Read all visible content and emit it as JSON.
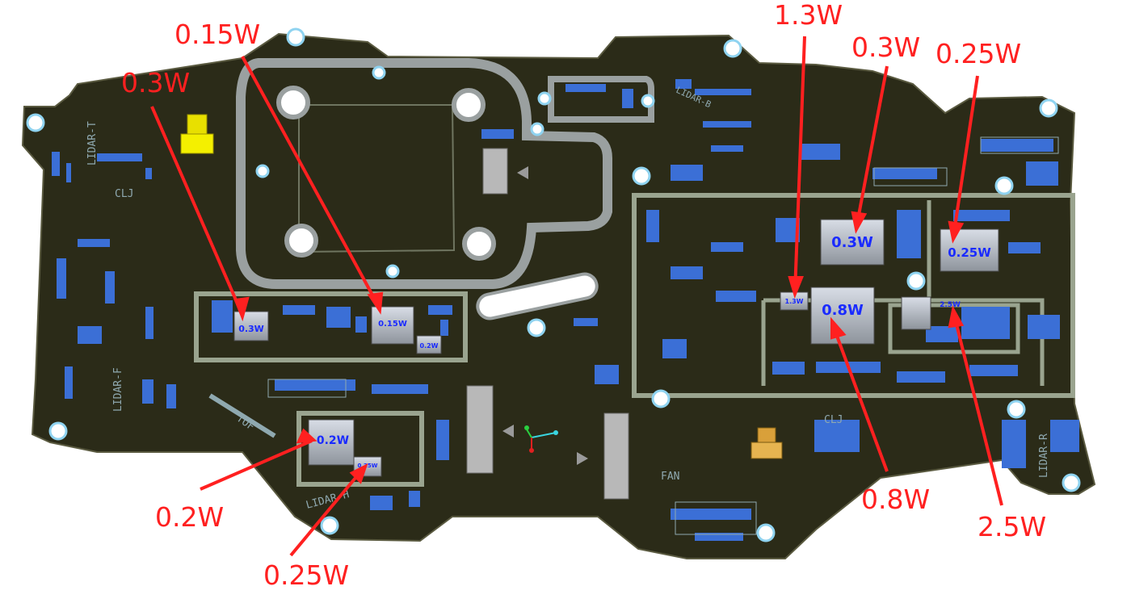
{
  "callouts": [
    {
      "id": "c1",
      "label": "0.3W"
    },
    {
      "id": "c2",
      "label": "0.15W"
    },
    {
      "id": "c3",
      "label": "1.3W"
    },
    {
      "id": "c4",
      "label": "0.3W"
    },
    {
      "id": "c5",
      "label": "0.25W"
    },
    {
      "id": "c6",
      "label": "0.2W"
    },
    {
      "id": "c7",
      "label": "0.25W"
    },
    {
      "id": "c8",
      "label": "0.8W"
    },
    {
      "id": "c9",
      "label": "2.5W"
    }
  ],
  "chips": {
    "left_03": "0.3W",
    "left_015": "0.15W",
    "left_02small": "0.2W",
    "bl_02": "0.2W",
    "bl_025": "0.25W",
    "r_13": "1.3W",
    "r_03": "0.3W",
    "r_025": "0.25W",
    "r_08": "0.8W",
    "r_25": "2.5W"
  },
  "silkscreen": {
    "lidar_t": "LIDAR-T",
    "clj_left": "CLJ",
    "lidar_f": "LIDAR-F",
    "lidar_h": "LIDAR-H",
    "fan": "FAN",
    "lidar_b": "LIDAR-B",
    "clj_right": "CLJ",
    "lidar_r": "LIDAR-R",
    "tof": "TOF"
  },
  "colors": {
    "background": "#ffffff",
    "board": "#2b2b18",
    "outline": "#9aa48f",
    "callout": "#ff2020",
    "chip_label": "#1a2bff",
    "hole_ring": "#8fd3f0"
  }
}
